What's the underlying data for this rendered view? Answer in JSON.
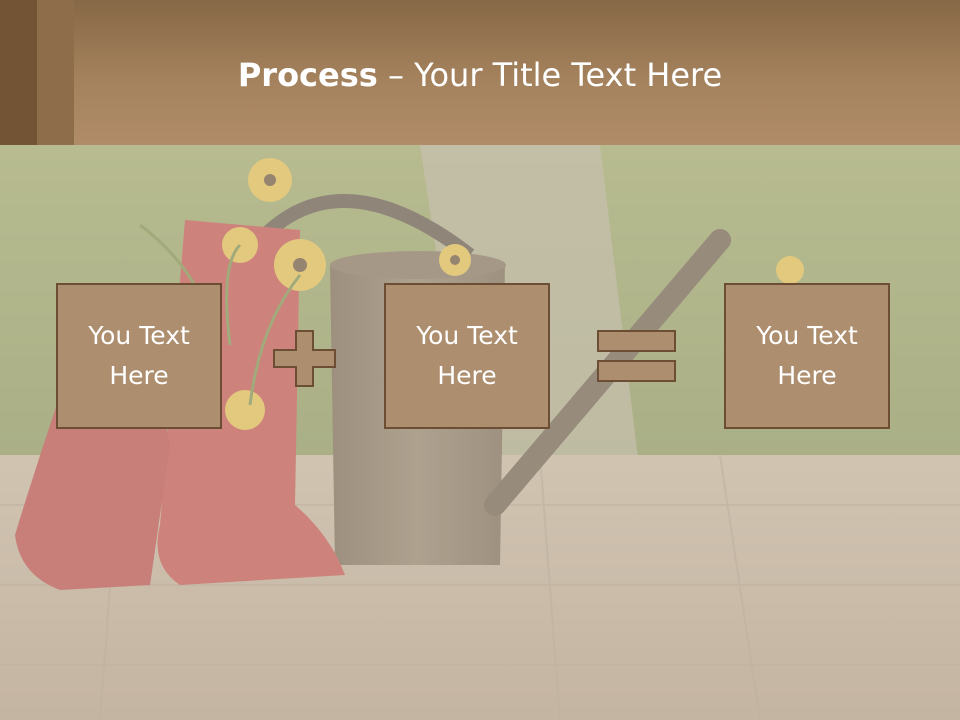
{
  "slide": {
    "title_bold": "Process",
    "title_rest": " – Your Title Text Here",
    "boxes": [
      {
        "label": "You Text Here"
      },
      {
        "label": "You Text Here"
      },
      {
        "label": "You Text Here"
      }
    ],
    "operators": [
      "plus-icon",
      "equals-icon"
    ]
  },
  "colors": {
    "header": "#a4825d",
    "box_fill": "#ad8e6e",
    "box_border": "#6b4e33",
    "text": "#ffffff"
  }
}
